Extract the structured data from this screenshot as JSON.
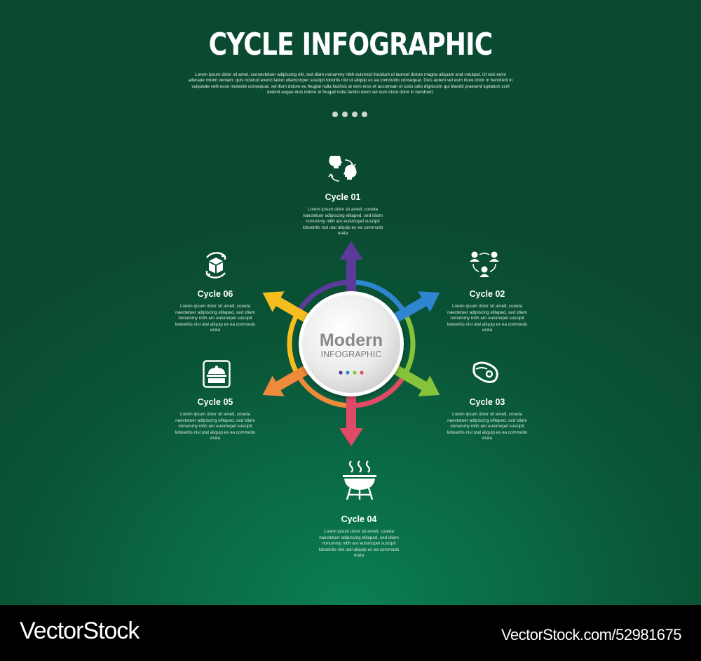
{
  "header": {
    "title": "CYCLE INFOGRAPHIC",
    "intro": "Lorem ipsum dolor sit amet, consectetuer adipiscing elit, sed diam nonummy nibh euismod tincidunt ut laoreet dolore magna aliquam erat volutpat. Ut wisi enim aderape minim veniam, quis nostrud exerci tation ullamcorper suscipit lobortis nisl ut aliquip ex ea commodo consequat. Duis autem vel eum iriure dolor in hendrerit in vulputate velit esse molestie consequat, vel illum dolore eu feugiat nulla facilisis at vero eros et accumsan et iusto odio dignissim qui blandit praesent luptatum zzril delenit augue duis dolore te feugait nulla facilisi utem vel eum iriure dolor in hendrerit."
  },
  "center": {
    "title": "Modern",
    "subtitle": "INFOGRAPHIC"
  },
  "cycles": [
    {
      "label": "Cycle 01",
      "text": "Lorem ipsum dolor sit ametl, coreda naectetuer adipiscing elitaped, sed idiam nonummy nibh aro euismopel suscipit loboeirtis nisl utal aliquip ex ea commodo erata",
      "color": "#5b3a9a",
      "icon": "head-exchange-icon"
    },
    {
      "label": "Cycle 02",
      "text": "Lorem ipsum dolor sit ametl, coreda naectetuer adipiscing elitaped, sed idiam nonummy nibh aro euismopel suscipit loboeirtis nisl utal aliquip ex ea commodo erata",
      "color": "#2f86d0",
      "icon": "team-network-icon"
    },
    {
      "label": "Cycle 03",
      "text": "Lorem ipsum dolor sit ametl, coreda naectetuer adipiscing elitaped, sed idiam nonummy nibh aro euismopel suscipit loboeirtis nisl utal aliquip ex ea commodo erata",
      "color": "#86c23a",
      "icon": "steak-icon"
    },
    {
      "label": "Cycle 04",
      "text": "Lorem ipsum dolor sit ametl, coreda naectetuer adipiscing elitaped, sed idiam nonummy nibh aro euismopel suscipit loboeirtis nisl utal aliquip ex ea commodo erata",
      "color": "#e04a66",
      "icon": "grill-icon"
    },
    {
      "label": "Cycle 05",
      "text": "Lorem ipsum dolor sit ametl, coreda naectetuer adipiscing elitaped, sed idiam nonummy nibh aro euismopel suscipit loboeirtis nisl utal aliquip ex ea commodo erata",
      "color": "#ee8a3a",
      "icon": "food-cloche-icon"
    },
    {
      "label": "Cycle 06",
      "text": "Lorem ipsum dolor sit ametl, coreda naectetuer adipiscing elitaped, sed idiam nonummy nibh aro euismopel suscipit loboeirtis nisl utal aliquip ex ea commodo erata",
      "color": "#f5be1e",
      "icon": "box-cycle-icon"
    }
  ],
  "footer": {
    "brand": "VectorStock",
    "image_id": "VectorStock.com/52981675"
  }
}
